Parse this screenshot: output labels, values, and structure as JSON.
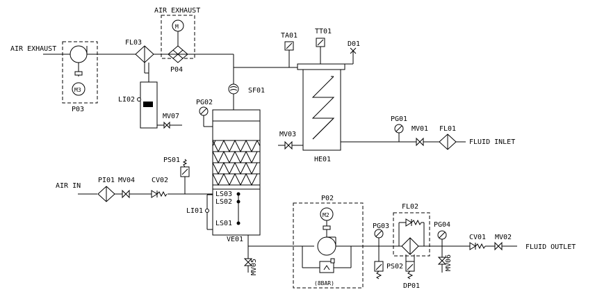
{
  "labels": {
    "air_exhaust_left": "AIR EXHAUST",
    "air_exhaust_top": "AIR EXHAUST",
    "fl03": "FL03",
    "p03": "P03",
    "m3": "M3",
    "li02": "LI02",
    "mv07": "MV07",
    "p04": "P04",
    "m_fan": "M",
    "sf01": "SF01",
    "pg02": "PG02",
    "ta01": "TA01",
    "tt01": "TT01",
    "d01": "D01",
    "he01": "HE01",
    "mv03": "MV03",
    "pg01": "PG01",
    "mv01": "MV01",
    "fl01": "FL01",
    "fluid_inlet": "FLUID INLET",
    "ps01": "PS01",
    "air_in": "AIR IN",
    "pi01": "PI01",
    "mv04": "MV04",
    "cv02": "CV02",
    "li01": "LI01",
    "ls03": "LS03",
    "ls02": "LS02",
    "ls01": "LS01",
    "ve01": "VE01",
    "mv05": "MV05",
    "p02": "P02",
    "m2": "M2",
    "relief": "(8BAR)",
    "pg03": "PG03",
    "fl02": "FL02",
    "ps02": "PS02",
    "dp01": "DP01",
    "pg04": "PG04",
    "mv06": "MV06",
    "cv01": "CV01",
    "mv02": "MV02",
    "fluid_outlet": "FLUID OUTLET"
  }
}
